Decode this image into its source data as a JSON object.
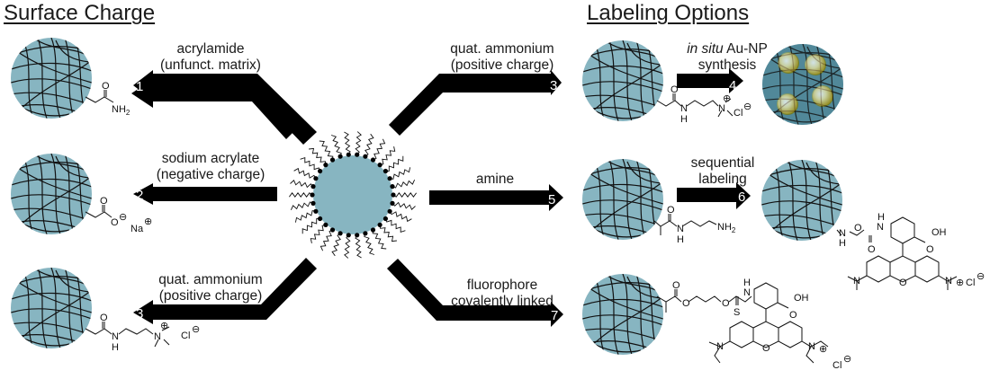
{
  "headings": {
    "left": "Surface Charge",
    "right": "Labeling Options"
  },
  "colors": {
    "particle": "#87b5c1",
    "arrow": "#000000",
    "gold_np": "#d6c45a"
  },
  "center_particle": {
    "label": "core nanoparticle with surface ligands"
  },
  "routes": [
    {
      "id": 1,
      "number": "1",
      "label_line1": "acrylamide",
      "label_line2": "(unfunct. matrix)",
      "direction": "left",
      "product_group": "amide",
      "product_text": {
        "o": "O",
        "n": "NH",
        "sub": "2"
      }
    },
    {
      "id": 2,
      "number": "2",
      "label_line1": "sodium acrylate",
      "label_line2": "(negative charge)",
      "direction": "left",
      "product_group": "carboxylate",
      "product_text": {
        "o": "O",
        "o_minus": "O",
        "minus": "⊖",
        "na": "Na",
        "plus": "⊕"
      }
    },
    {
      "id": 3,
      "number": "3",
      "label_line1": "quat. ammonium",
      "label_line2": "(positive charge)",
      "direction": "left",
      "product_group": "quaternary ammonium",
      "product_text": {
        "o": "O",
        "n": "N",
        "h": "H",
        "nplus": "N",
        "plus": "⊕",
        "cl": "Cl",
        "minus": "⊖"
      }
    },
    {
      "id": 3,
      "number": "3",
      "label_line1": "quat. ammonium",
      "label_line2": "(positive charge)",
      "direction": "right",
      "product_group": "quaternary ammonium",
      "product_text": {
        "o": "O",
        "n": "N",
        "h": "H",
        "nplus": "N",
        "plus": "⊕",
        "cl": "Cl",
        "minus": "⊖"
      }
    },
    {
      "id": 4,
      "number": "4",
      "label_italic": "in situ",
      "label_line1_rest": " Au-NP",
      "label_line2": "synthesis",
      "direction": "right",
      "product_group": "gold nanoparticles"
    },
    {
      "id": 5,
      "number": "5",
      "label_line1": "amine",
      "direction": "right",
      "product_group": "amine",
      "product_text": {
        "o": "O",
        "n": "N",
        "h": "H",
        "nh2": "NH",
        "sub": "2"
      }
    },
    {
      "id": 6,
      "number": "6",
      "label_line1": "sequential",
      "label_line2": "labeling",
      "direction": "right",
      "product_group": "rhodamine (sequential)",
      "product_text": {
        "n": "N",
        "h": "H",
        "o": "O",
        "nh": "N",
        "oh": "OH",
        "cl": "Cl",
        "plus": "⊕",
        "minus": "⊖"
      }
    },
    {
      "id": 7,
      "number": "7",
      "label_line1": "fluorophore",
      "label_line2": "covalently linked",
      "direction": "right",
      "product_group": "rhodamine B isothiocyanate",
      "product_text": {
        "o": "O",
        "s": "S",
        "nh": "N",
        "h": "H",
        "oh": "OH",
        "cl": "Cl",
        "plus": "⊕",
        "minus": "⊖"
      }
    }
  ]
}
